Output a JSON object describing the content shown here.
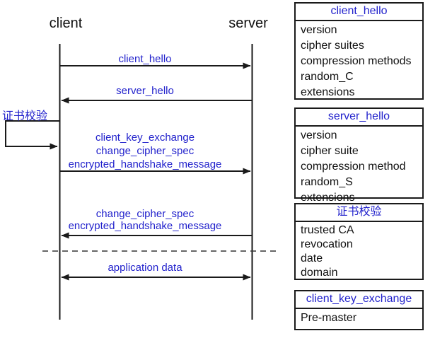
{
  "colors": {
    "accent_blue": "#2222cc",
    "line_black": "#1a1a1a"
  },
  "sequence": {
    "actors": {
      "client": "client",
      "server": "server"
    },
    "messages": {
      "client_hello": "client_hello",
      "server_hello": "server_hello",
      "cert_check": "证书校验",
      "client_finish_lines": [
        "client_key_exchange",
        "change_cipher_spec",
        "encrypted_handshake_message"
      ],
      "server_finish_lines": [
        "change_cipher_spec",
        "encrypted_handshake_message"
      ],
      "application_data": "application data"
    }
  },
  "info_boxes": [
    {
      "title": "client_hello",
      "items": [
        "version",
        "cipher suites",
        "compression methods",
        "random_C",
        "extensions"
      ]
    },
    {
      "title": "server_hello",
      "items": [
        "version",
        "cipher suite",
        "compression method",
        "random_S",
        "extensions"
      ]
    },
    {
      "title": "证书校验",
      "items": [
        "trusted CA",
        "revocation",
        "date",
        "domain"
      ]
    },
    {
      "title": "client_key_exchange",
      "items": [
        "Pre-master"
      ]
    }
  ]
}
